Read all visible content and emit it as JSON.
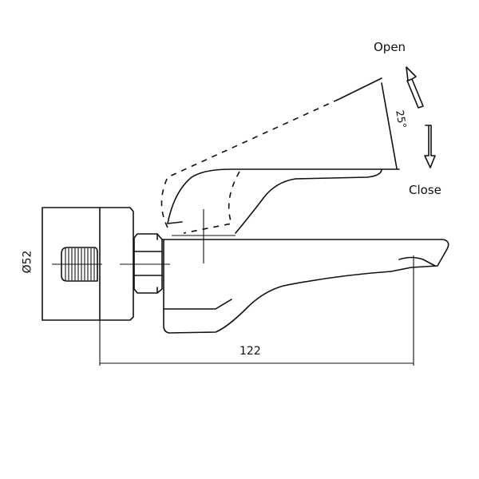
{
  "labels": {
    "open": "Open",
    "close": "Close",
    "angle": "25°",
    "length": "122",
    "diameter": "Ø52"
  },
  "colors": {
    "line": "#111111",
    "background": "#ffffff"
  }
}
